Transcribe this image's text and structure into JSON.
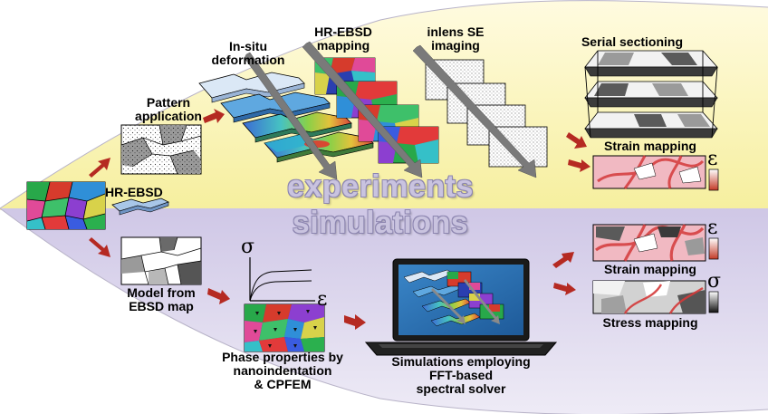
{
  "labels": {
    "in_situ": [
      "In-situ",
      "deformation"
    ],
    "hr_ebsd_mapping": [
      "HR-EBSD",
      "mapping"
    ],
    "inlens": [
      "inlens SE",
      "imaging"
    ],
    "serial": "Serial sectioning",
    "pattern": [
      "Pattern",
      "application"
    ],
    "hr_ebsd": "HR-EBSD",
    "strain_top": "Strain mapping",
    "experiments": "experiments",
    "simulations": "simulations",
    "model": [
      "Model from",
      "EBSD map"
    ],
    "phase": [
      "Phase properties by",
      "nanoindentation",
      "& CPFEM"
    ],
    "simulations_caption": [
      "Simulations employing",
      "FFT-based",
      "spectral solver"
    ],
    "strain_bottom": "Strain mapping",
    "stress": "Stress mapping"
  },
  "symbols": {
    "epsilon": "ε",
    "sigma": "σ"
  },
  "colors": {
    "experiments_bg": "#faf4b4",
    "simulations_bg": "#d4cde9",
    "arrow_red": "#b52a22",
    "laptop_screen": "#2b6fb0"
  }
}
